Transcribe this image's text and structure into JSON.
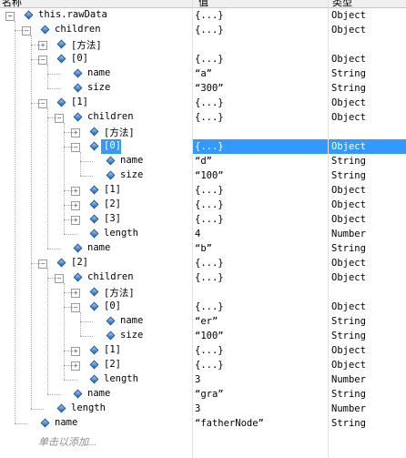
{
  "header": {
    "name_col": "名称",
    "value_col": "值",
    "type_col": "类型"
  },
  "rows": [
    {
      "name": "this.rawData",
      "value": "{...}",
      "type": "Object"
    },
    {
      "name": "children",
      "value": "{...}",
      "type": "Object"
    },
    {
      "name": "[方法]",
      "value": "",
      "type": ""
    },
    {
      "name": "[0]",
      "value": "{...}",
      "type": "Object"
    },
    {
      "name": "name",
      "value": "“a”",
      "type": "String"
    },
    {
      "name": "size",
      "value": "“300”",
      "type": "String"
    },
    {
      "name": "[1]",
      "value": "{...}",
      "type": "Object"
    },
    {
      "name": "children",
      "value": "{...}",
      "type": "Object"
    },
    {
      "name": "[方法]",
      "value": "",
      "type": ""
    },
    {
      "name": "[0]",
      "value": "{...}",
      "type": "Object"
    },
    {
      "name": "name",
      "value": "“d”",
      "type": "String"
    },
    {
      "name": "size",
      "value": "“100”",
      "type": "String"
    },
    {
      "name": "[1]",
      "value": "{...}",
      "type": "Object"
    },
    {
      "name": "[2]",
      "value": "{...}",
      "type": "Object"
    },
    {
      "name": "[3]",
      "value": "{...}",
      "type": "Object"
    },
    {
      "name": "length",
      "value": "4",
      "type": "Number"
    },
    {
      "name": "name",
      "value": "“b”",
      "type": "String"
    },
    {
      "name": "[2]",
      "value": "{...}",
      "type": "Object"
    },
    {
      "name": "children",
      "value": "{...}",
      "type": "Object"
    },
    {
      "name": "[方法]",
      "value": "",
      "type": ""
    },
    {
      "name": "[0]",
      "value": "{...}",
      "type": "Object"
    },
    {
      "name": "name",
      "value": "“er”",
      "type": "String"
    },
    {
      "name": "size",
      "value": "“100”",
      "type": "String"
    },
    {
      "name": "[1]",
      "value": "{...}",
      "type": "Object"
    },
    {
      "name": "[2]",
      "value": "{...}",
      "type": "Object"
    },
    {
      "name": "length",
      "value": "3",
      "type": "Number"
    },
    {
      "name": "name",
      "value": "“gra”",
      "type": "String"
    },
    {
      "name": "length",
      "value": "3",
      "type": "Number"
    },
    {
      "name": "name",
      "value": "“fatherNode”",
      "type": "String"
    }
  ],
  "add_row_text": "单击以添加..."
}
